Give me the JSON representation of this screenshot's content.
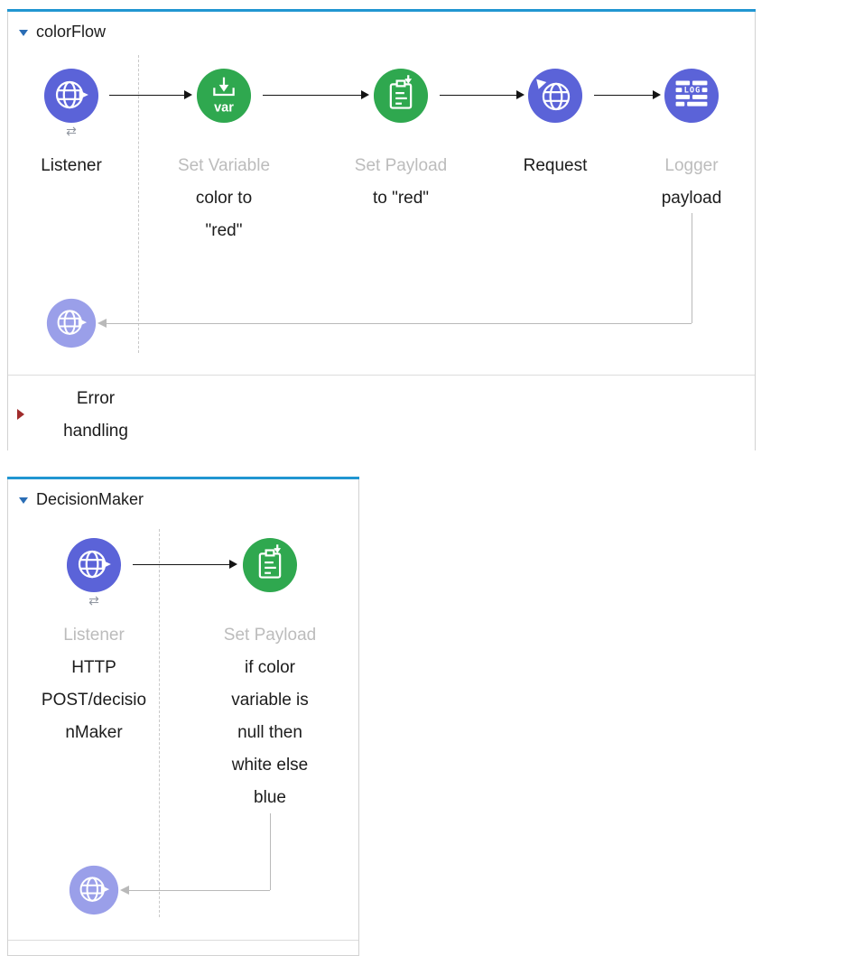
{
  "colors": {
    "accent-blue": "#2196d1",
    "purple": "#5b63d8",
    "purple-light": "#9a9fe9",
    "green": "#2fa84f",
    "muted": "#bcbcbc",
    "gray-line": "#b9b9b9"
  },
  "icons": {
    "exchange": "⇄",
    "logger_text": "LOG",
    "var_text": "var"
  },
  "flows": [
    {
      "title": "colorFlow",
      "error_section_label": "Error handling",
      "nodes": [
        {
          "type": "http-listener",
          "label": "Listener",
          "sublabel": ""
        },
        {
          "type": "set-variable",
          "label": "Set Variable",
          "sublabel": "color to \"red\""
        },
        {
          "type": "set-payload",
          "label": "Set Payload",
          "sublabel": "to \"red\""
        },
        {
          "type": "http-request",
          "label": "Request",
          "sublabel": ""
        },
        {
          "type": "logger",
          "label": "Logger",
          "sublabel": "payload"
        }
      ]
    },
    {
      "title": "DecisionMaker",
      "nodes": [
        {
          "type": "http-listener",
          "label": "Listener",
          "sublabel": "HTTP POST/decisionMaker"
        },
        {
          "type": "set-payload",
          "label": "Set Payload",
          "sublabel": "if color variable is null then white else blue"
        }
      ]
    }
  ]
}
